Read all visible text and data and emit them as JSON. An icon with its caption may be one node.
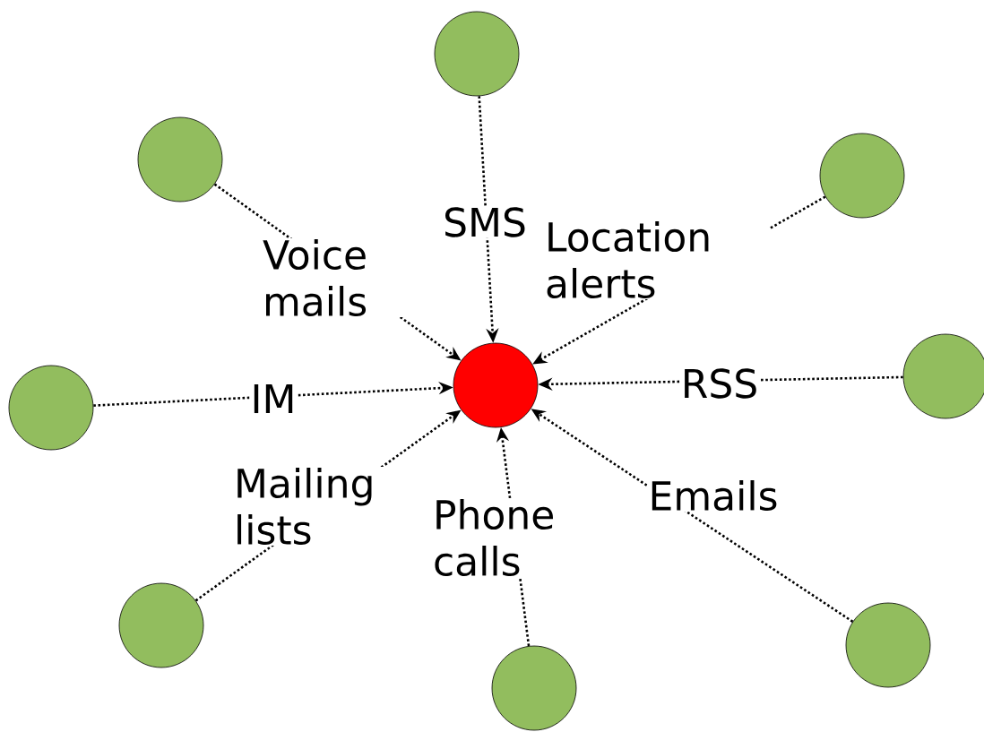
{
  "diagram": {
    "nodes": [
      {
        "text": [],
        "shape": "circle"
      },
      {
        "text": [],
        "shape": "circle"
      },
      {
        "text": [],
        "shape": "circle"
      },
      {
        "text": [],
        "shape": "circle"
      },
      {
        "text": [],
        "shape": "circle"
      },
      {
        "text": [],
        "shape": "circle"
      },
      {
        "text": [],
        "shape": "circle"
      },
      {
        "text": [],
        "shape": "circle"
      },
      {
        "text": [],
        "shape": "circle"
      }
    ],
    "edges": [
      {
        "from": 1,
        "to": 0,
        "arrow": "to",
        "label": "SMS"
      },
      {
        "from": 2,
        "to": 0,
        "arrow": "to",
        "label": "Voice mails"
      },
      {
        "from": 3,
        "to": 0,
        "arrow": "to",
        "label": "Location alerts"
      },
      {
        "from": 4,
        "to": 0,
        "arrow": "to",
        "label": "IM"
      },
      {
        "from": 5,
        "to": 0,
        "arrow": "to",
        "label": "RSS"
      },
      {
        "from": 6,
        "to": 0,
        "arrow": "to",
        "label": "Mailing lists"
      },
      {
        "from": 7,
        "to": 0,
        "arrow": "to",
        "label": "Phone calls"
      },
      {
        "from": 8,
        "to": 0,
        "arrow": "to",
        "label": "Emails"
      }
    ]
  }
}
